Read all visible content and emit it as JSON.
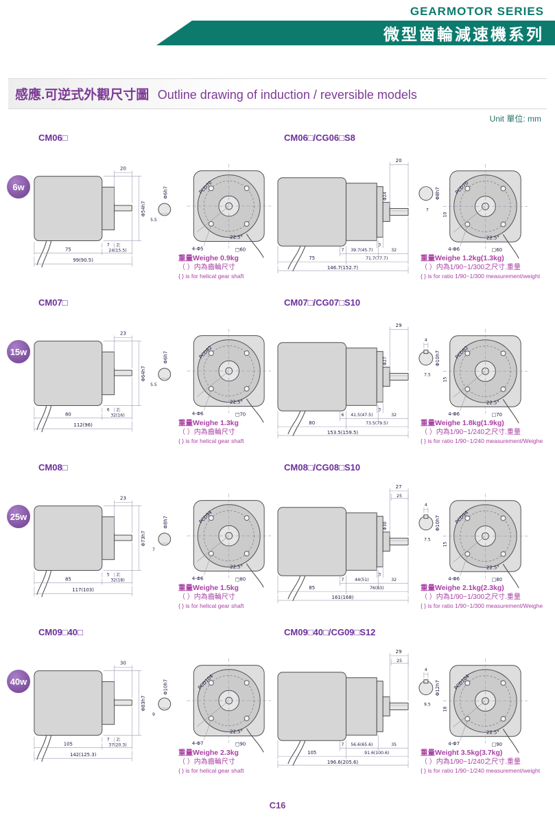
{
  "header": {
    "series_en": "GEARMOTOR SERIES",
    "series_cn": "微型齒輪減速機系列"
  },
  "title": {
    "cn": "感應.可逆式外觀尺寸圖",
    "en": "Outline drawing of induction / reversible models"
  },
  "unit_label": "Unit 單位: mm",
  "page_number": "C16",
  "colors": {
    "teal": "#0c7b6e",
    "purple_title": "#7d3b96",
    "magenta_note": "#a93fa4",
    "badge_purple": "#7d4f9e",
    "drawing_fill": "#d6d6d6"
  },
  "cells": {
    "left": [
      {
        "model": "CM06□",
        "power": "6w",
        "dims": {
          "shaft_len": "20",
          "shaft_dia": "Φ6h7",
          "body_dia": "Φ54h7",
          "flat": "5.5",
          "b1": "7",
          "b2": "2",
          "body_len": "75",
          "front_len": "24(15.5)",
          "total_len": "99(90.5)"
        },
        "front": {
          "pcd": "PCD70",
          "holes": "4-Φ5",
          "angle": "22.5°",
          "square": "□60"
        },
        "weight": {
          "l1": "重量Weighe 0.9kg",
          "l2": "（ ）内為齒輪尺寸",
          "l3": "{ } is for helical gear shaft"
        }
      },
      {
        "model": "CM07□",
        "power": "15w",
        "dims": {
          "shaft_len": "23",
          "shaft_dia": "Φ6h7",
          "body_dia": "Φ64h7",
          "flat": "5.5",
          "b1": "6",
          "b2": "2",
          "body_len": "80",
          "front_len": "32(16)",
          "total_len": "112(96)"
        },
        "front": {
          "pcd": "PCD82",
          "holes": "4-Φ6",
          "angle": "22.5°",
          "square": "□70"
        },
        "weight": {
          "l1": "重量Weighe 1.3kg",
          "l2": "（ ）内為齒輪尺寸",
          "l3": "{ } is for helical gear shaft"
        }
      },
      {
        "model": "CM08□",
        "power": "25w",
        "dims": {
          "shaft_len": "23",
          "shaft_dia": "Φ8h7",
          "body_dia": "Φ73h7",
          "flat": "7",
          "b1": "5",
          "b2": "2",
          "body_len": "85",
          "front_len": "32(18)",
          "total_len": "117(103)"
        },
        "front": {
          "pcd": "PCD94",
          "holes": "4-Φ6",
          "angle": "22.5°",
          "square": "□80"
        },
        "weight": {
          "l1": "重量Weighe 1.5kg",
          "l2": "（ ）内為齒輪尺寸",
          "l3": "{ } is for helical gear shaft"
        }
      },
      {
        "model": "CM09□40□",
        "power": "40w",
        "dims": {
          "shaft_len": "30",
          "shaft_dia": "Φ10h7",
          "body_dia": "Φ83h7",
          "flat": "9",
          "b1": "7",
          "b2": "2",
          "body_len": "105",
          "front_len": "37(20.3)",
          "total_len": "142(125.3)"
        },
        "front": {
          "pcd": "PCD104",
          "holes": "4-Φ7",
          "angle": "22.5°",
          "square": "□90"
        },
        "weight": {
          "l1": "重量Weighe 2.3kg",
          "l2": "（ ）内為齒輪尺寸",
          "l3": "{ } is for helical gear shaft"
        }
      }
    ],
    "right": [
      {
        "model": "CM06□/CG06□S8",
        "dims": {
          "top1": "20",
          "top2": "",
          "key": "",
          "shaft_dia": "Φ8h7",
          "boss_dia": "Φ24",
          "step": "7",
          "flange": "10",
          "b1": "7",
          "gear_len": "39.7(45.7)",
          "b3": "32",
          "s3": "3",
          "mid_len": "71.7(77.7)",
          "body_len": "75",
          "total_len": "146.7(152.7)"
        },
        "front": {
          "pcd": "PCD70",
          "holes": "4-Φ6",
          "angle": "22.5°",
          "square": "□60"
        },
        "weight": {
          "l1": "重量Weighe 1.2kg(1.3kg)",
          "l2": "（ ）内為1/90~1/300之尺寸.重量",
          "l3": "{ } is for ratio 1/90~1/300 measurement/weight"
        }
      },
      {
        "model": "CM07□/CG07□S10",
        "dims": {
          "top1": "29",
          "top2": "",
          "key": "4",
          "shaft_dia": "Φ10h7",
          "boss_dia": "Φ27",
          "step": "7.5",
          "flange": "15",
          "b1": "6",
          "gear_len": "41.5(47.5)",
          "b3": "32",
          "s3": "3",
          "mid_len": "73.5(79.5)",
          "body_len": "80",
          "total_len": "153.5(159.5)"
        },
        "front": {
          "pcd": "PCD82",
          "holes": "4-Φ6",
          "angle": "22.5°",
          "square": "□70"
        },
        "weight": {
          "l1": "重量Weighe 1.8kg(1.9kg)",
          "l2": "（ ）内為1/90~1/240之尺寸.重量",
          "l3": "{ } is for ratio 1/90~1/240 measurement/Weighe"
        }
      },
      {
        "model": "CM08□/CG08□S10",
        "dims": {
          "top1": "27",
          "top2": "25",
          "key": "4",
          "shaft_dia": "Φ10h7",
          "boss_dia": "Φ30",
          "step": "7.5",
          "flange": "15",
          "b1": "7",
          "gear_len": "44(51)",
          "b3": "32",
          "s3": "3",
          "mid_len": "76(83)",
          "body_len": "85",
          "total_len": "161(168)"
        },
        "front": {
          "pcd": "PCD94",
          "holes": "4-Φ6",
          "angle": "22.5°",
          "square": "□80"
        },
        "weight": {
          "l1": "重量Weighe 2.1kg(2.3kg)",
          "l2": "（ ）内為1/90~1/300之尺寸.重量",
          "l3": "{ } is for ratio 1/90~1/300 measurement/Weighe"
        }
      },
      {
        "model": "CM09□40□/CG09□S12",
        "dims": {
          "top1": "29",
          "top2": "25",
          "key": "4",
          "shaft_dia": "Φ12h7",
          "boss_dia": "",
          "step": "9.5",
          "flange": "18",
          "b1": "7",
          "gear_len": "56.6(65.6)",
          "b3": "35",
          "s3": "",
          "mid_len": "91.6(100.6)",
          "body_len": "105",
          "total_len": "196.6(205.6)"
        },
        "front": {
          "pcd": "PCD104",
          "holes": "4-Φ7",
          "angle": "22.5°",
          "square": "□90"
        },
        "weight": {
          "l1": "重量Weight 3.5kg(3.7kg)",
          "l2": "（ ）内為1/90~1/240之尺寸.重量",
          "l3": "{ } is for ratio 1/90~1/240 measurement/weight"
        }
      }
    ]
  }
}
